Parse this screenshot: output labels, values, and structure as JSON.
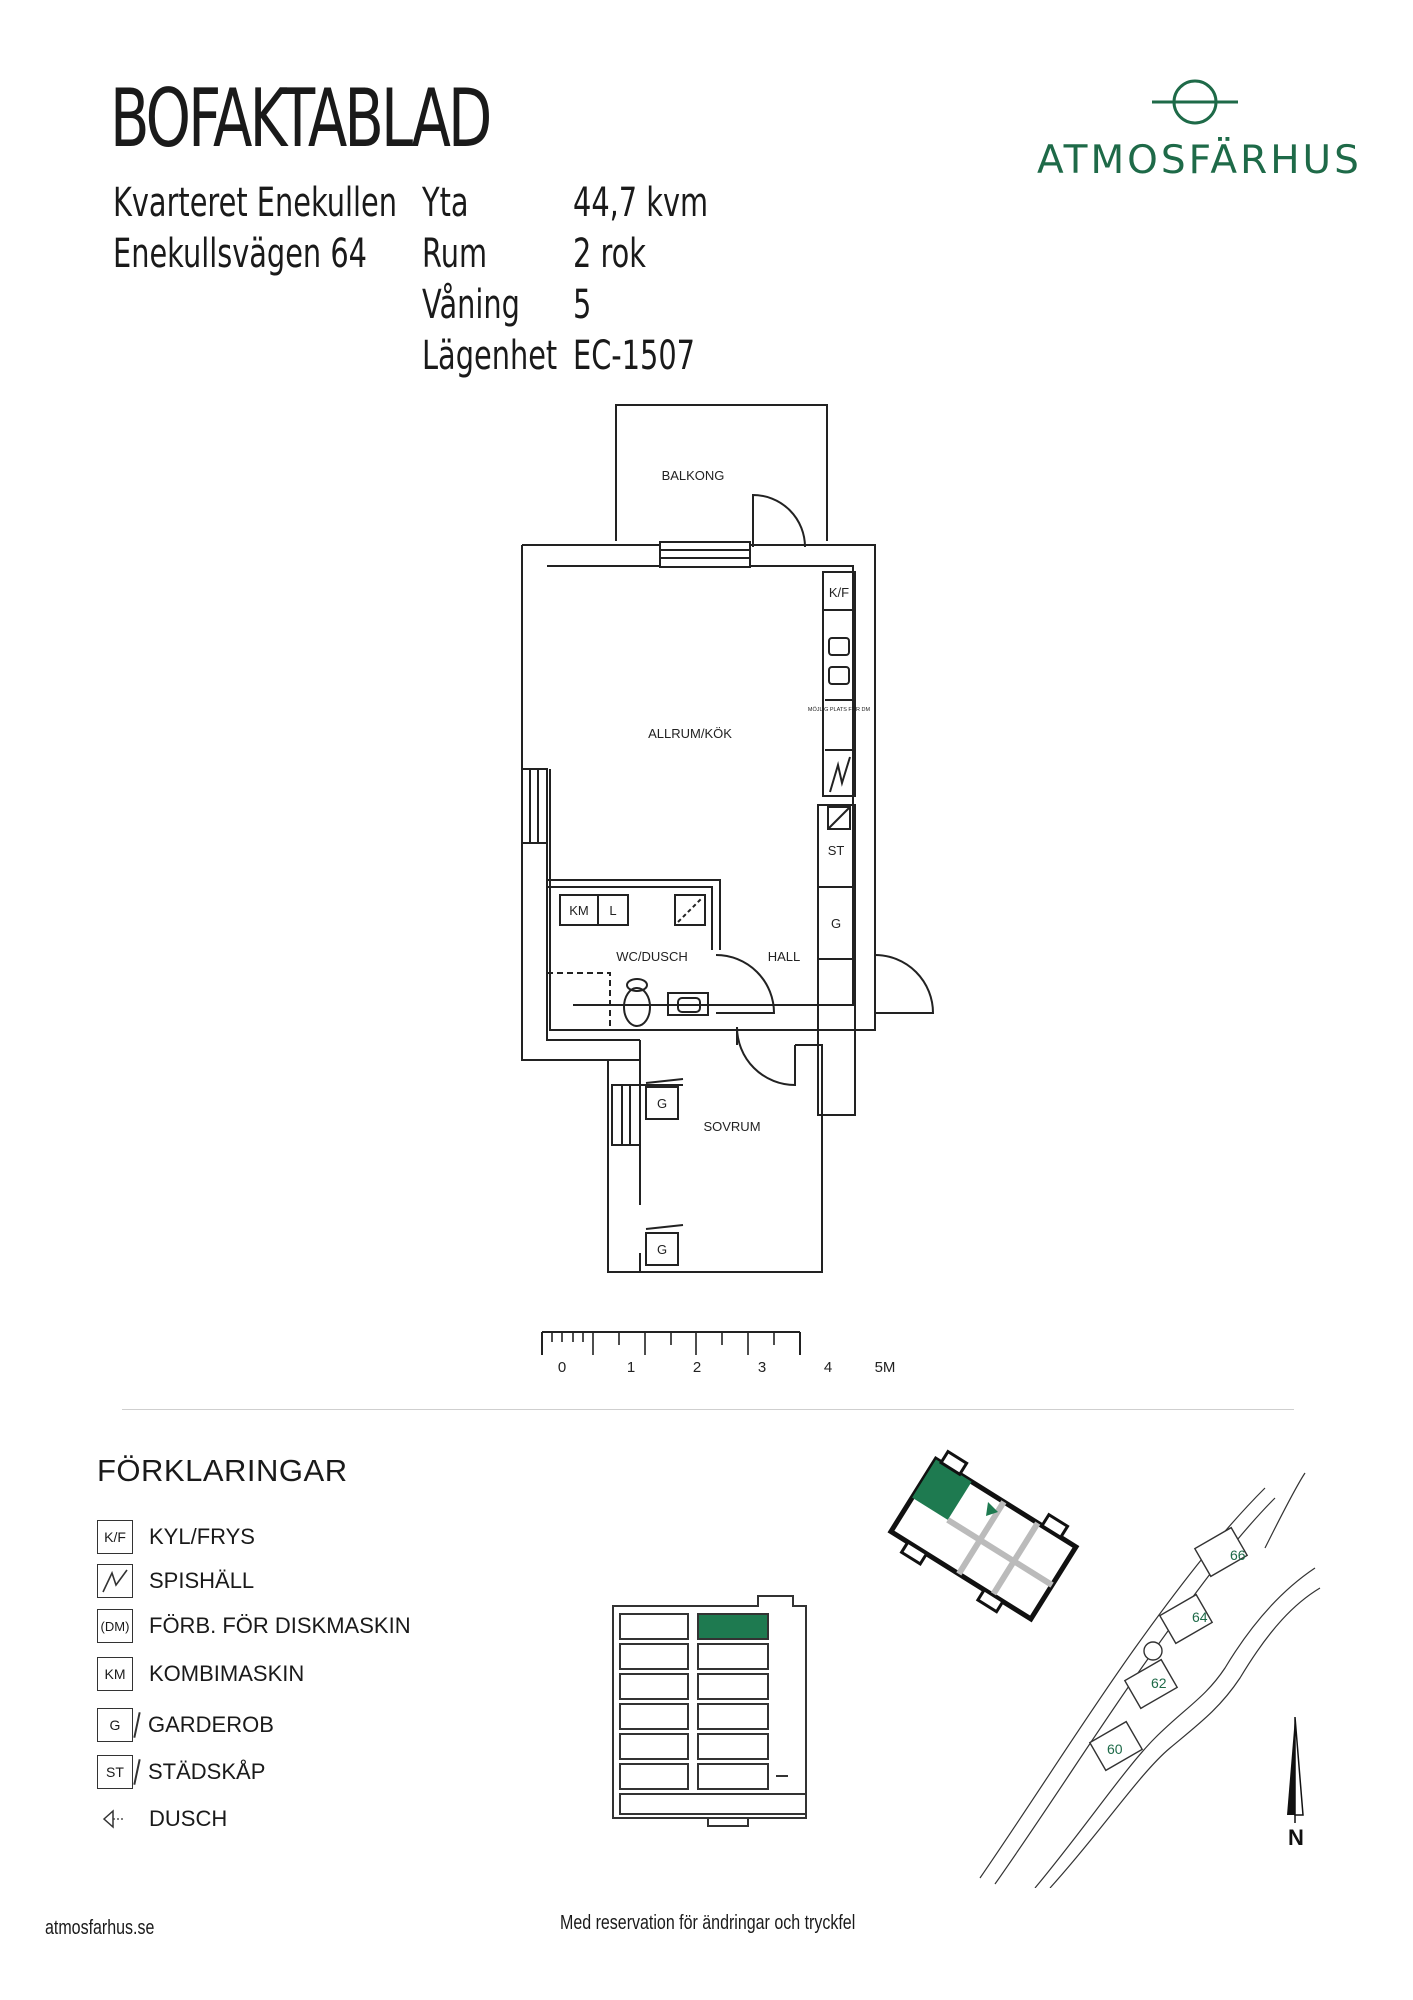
{
  "header": {
    "title": "BOFAKTABLAD",
    "project_line1": "Kvarteret Enekullen",
    "project_line2": "Enekullsvägen 64",
    "facts": [
      {
        "label": "Yta",
        "value": "44,7 kvm"
      },
      {
        "label": "Rum",
        "value": "2 rok"
      },
      {
        "label": "Våning",
        "value": "5"
      },
      {
        "label": "Lägenhet",
        "value": "EC-1507"
      }
    ]
  },
  "brand": {
    "name": "ATMOSFÄRHUS",
    "color": "#1e6a48"
  },
  "floorplan": {
    "rooms": {
      "balkong": "BALKONG",
      "allrum": "ALLRUM/KÖK",
      "wc": "WC/DUSCH",
      "hall": "HALL",
      "sovrum": "SOVRUM"
    },
    "symbols": {
      "kf": "K/F",
      "km": "KM",
      "l": "L",
      "st": "ST",
      "g": "G",
      "dm": "MÖJLIG PLATS FÖR DM"
    },
    "scale": {
      "ticks": [
        "0",
        "1",
        "2",
        "3",
        "4",
        "5M"
      ]
    }
  },
  "legend": {
    "title": "FÖRKLARINGAR",
    "items": [
      {
        "symbol": "K/F",
        "label": "KYL/FRYS"
      },
      {
        "symbol": "",
        "label": "SPISHÄLL"
      },
      {
        "symbol": "(DM)",
        "label": "FÖRB. FÖR DISKMASKIN"
      },
      {
        "symbol": "KM",
        "label": "KOMBIMASKIN"
      },
      {
        "symbol": "G",
        "label": "GARDEROB"
      },
      {
        "symbol": "ST",
        "label": "STÄDSKÅP"
      },
      {
        "symbol": "",
        "label": "DUSCH"
      }
    ]
  },
  "site_plan": {
    "buildings": [
      "66",
      "64",
      "62",
      "60"
    ],
    "north": "N",
    "highlight_color": "#1e7a50"
  },
  "footer": {
    "website": "atmosfarhus.se",
    "disclaimer": "Med reservation för ändringar och tryckfel"
  }
}
